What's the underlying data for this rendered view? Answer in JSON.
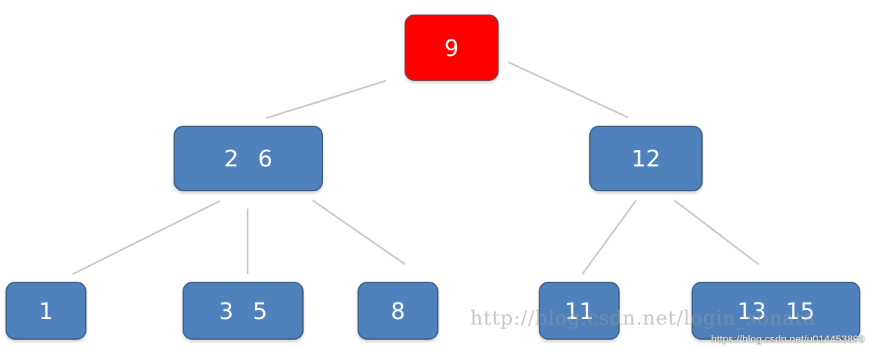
{
  "tree": {
    "root": {
      "keys": [
        "9"
      ],
      "fill": "#ff0000"
    },
    "level1": [
      {
        "keys": [
          "2",
          "6"
        ]
      },
      {
        "keys": [
          "12"
        ]
      }
    ],
    "level2": [
      {
        "keys": [
          "1"
        ]
      },
      {
        "keys": [
          "3",
          "5"
        ]
      },
      {
        "keys": [
          "8"
        ]
      },
      {
        "keys": [
          "11"
        ]
      },
      {
        "keys": [
          "13",
          "15"
        ]
      }
    ],
    "node_fill": "#4f81bd",
    "edge_color": "#c8c8c8"
  },
  "watermark": {
    "overlay_text": "http://blog.csdn.net/login_sonata",
    "corner_url": "https://blog.csdn.net/u014453899"
  }
}
